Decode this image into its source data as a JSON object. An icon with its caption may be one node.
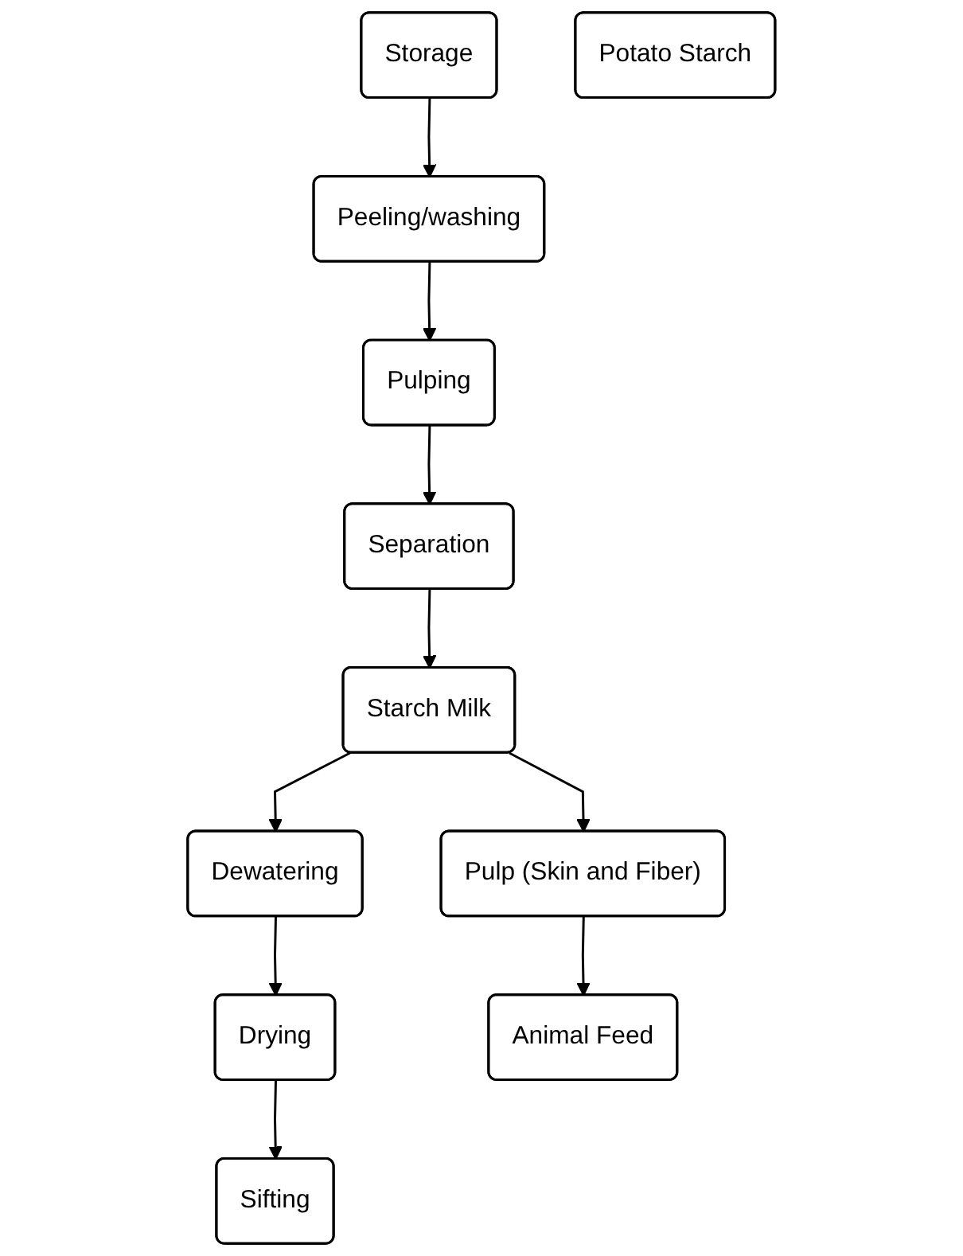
{
  "diagram": {
    "nodes": [
      {
        "text": [
          "Storage"
        ]
      },
      {
        "text": [
          "Peeling/washing"
        ]
      },
      {
        "text": [
          "Pulping"
        ]
      },
      {
        "text": [
          "Separation"
        ]
      },
      {
        "text": [
          "Starch Milk"
        ]
      },
      {
        "text": [
          "Dewatering"
        ]
      },
      {
        "text": [
          "Pulp (Skin and Fiber)"
        ]
      },
      {
        "text": [
          "Drying"
        ]
      },
      {
        "text": [
          "Animal Feed"
        ]
      },
      {
        "text": [
          "Sifting"
        ]
      },
      {
        "text": [
          "Potato Starch"
        ]
      }
    ],
    "edges": [
      {
        "from": 0,
        "to": 1,
        "arrow": "to"
      },
      {
        "from": 1,
        "to": 2,
        "arrow": "to"
      },
      {
        "from": 2,
        "to": 3,
        "arrow": "to"
      },
      {
        "from": 3,
        "to": 4,
        "arrow": "to"
      },
      {
        "from": 4,
        "to": 5,
        "arrow": "to"
      },
      {
        "from": 4,
        "to": 6,
        "arrow": "to"
      },
      {
        "from": 5,
        "to": 7,
        "arrow": "to"
      },
      {
        "from": 6,
        "to": 8,
        "arrow": "to"
      },
      {
        "from": 7,
        "to": 9,
        "arrow": "to"
      }
    ]
  }
}
